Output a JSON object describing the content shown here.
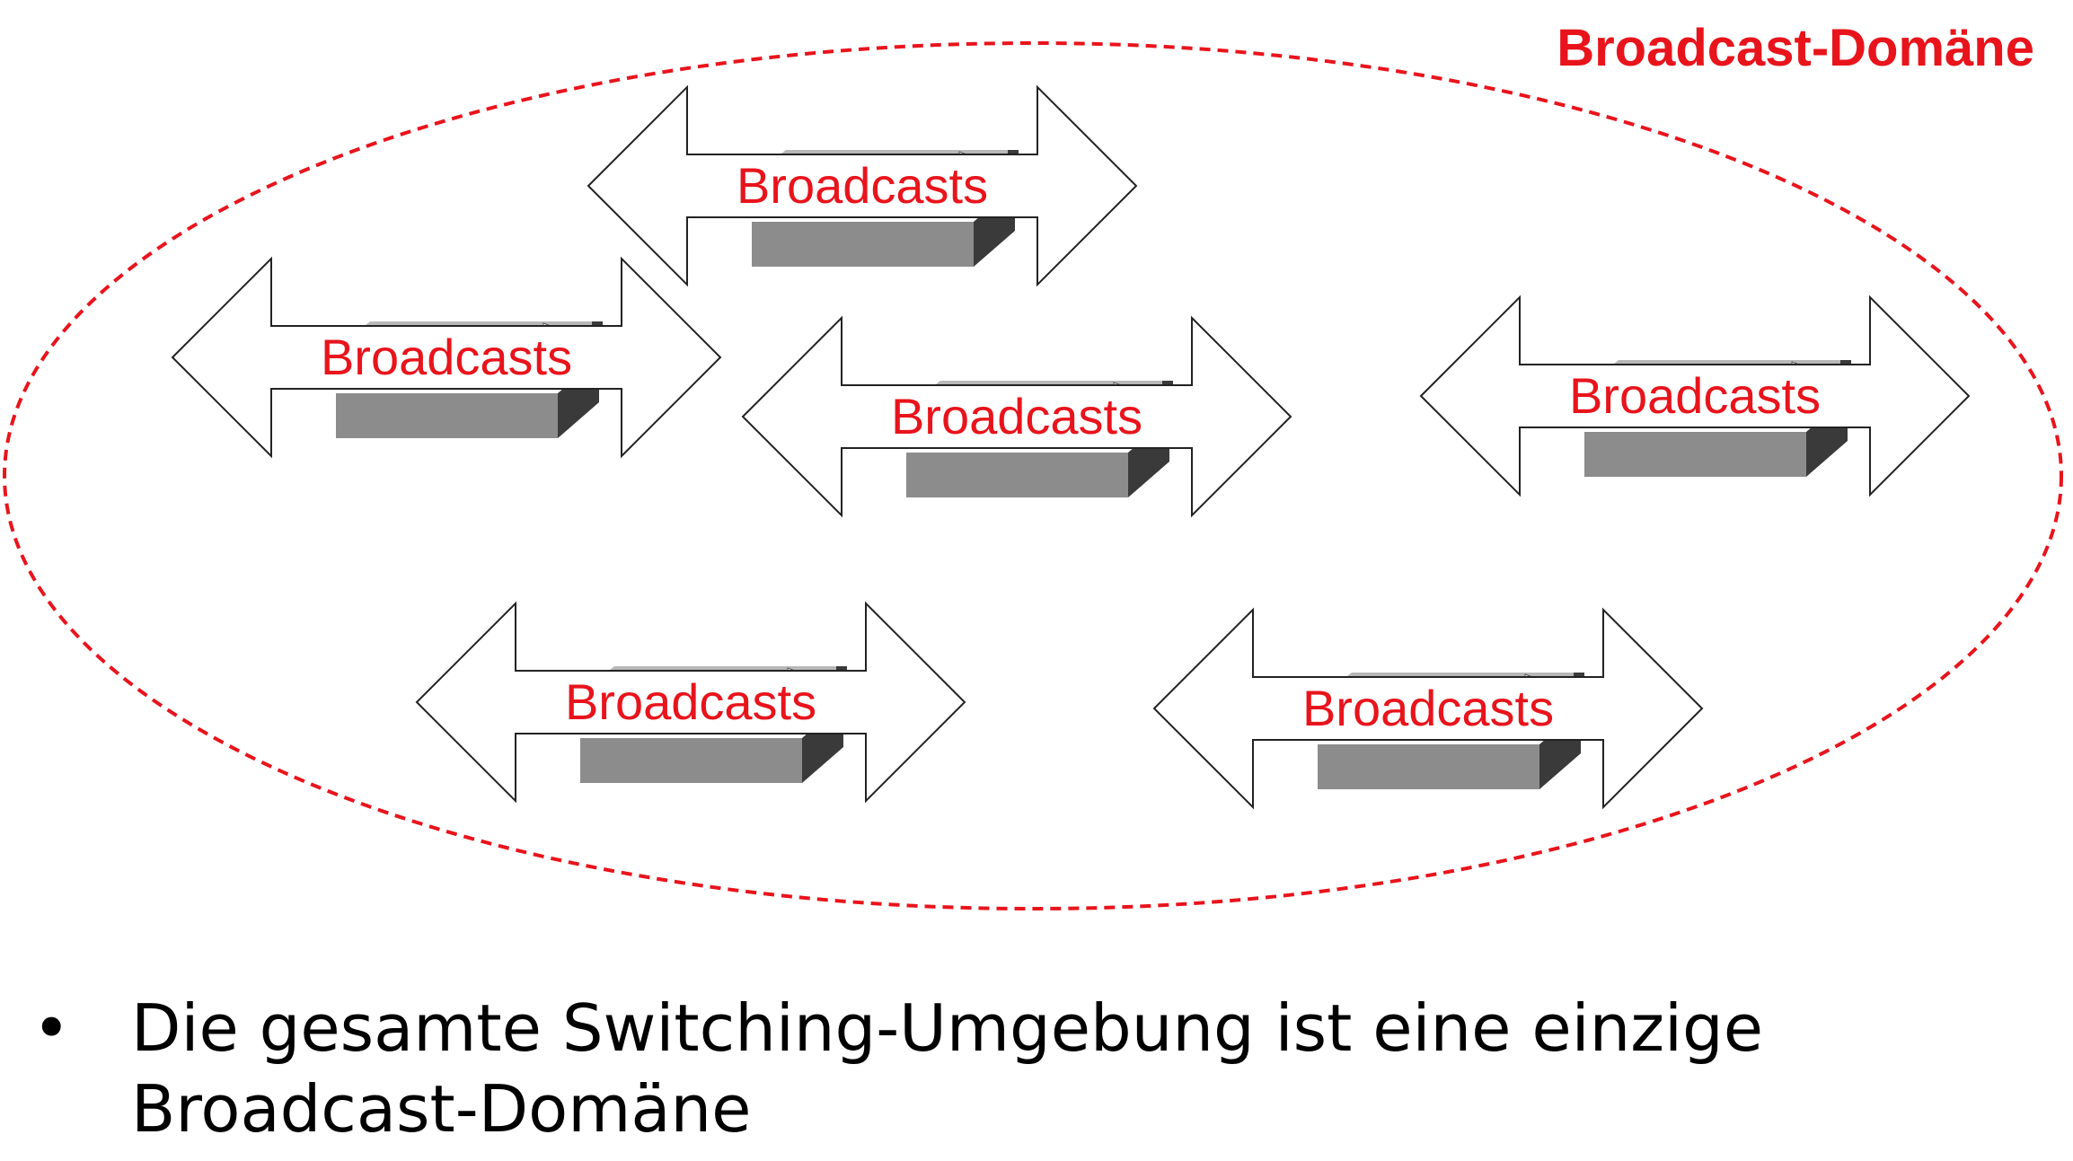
{
  "domain_label": "Broadcast-Domäne",
  "bullet": {
    "marker": "•",
    "text": "Die gesamte Switching-Umgebung ist eine einzige Broadcast-Domäne"
  },
  "switches": [
    {
      "label": "Broadcasts"
    },
    {
      "label": "Broadcasts"
    },
    {
      "label": "Broadcasts"
    },
    {
      "label": "Broadcasts"
    },
    {
      "label": "Broadcasts"
    },
    {
      "label": "Broadcasts"
    }
  ],
  "colors": {
    "accent_red": "#e8141c",
    "switch_top": "#b8b8b8",
    "switch_front": "#8c8c8c",
    "switch_side": "#3a3a3a",
    "arrow_stroke": "#222222"
  },
  "icons": {
    "switch": "network-switch-icon",
    "arrow": "double-headed-arrow"
  }
}
